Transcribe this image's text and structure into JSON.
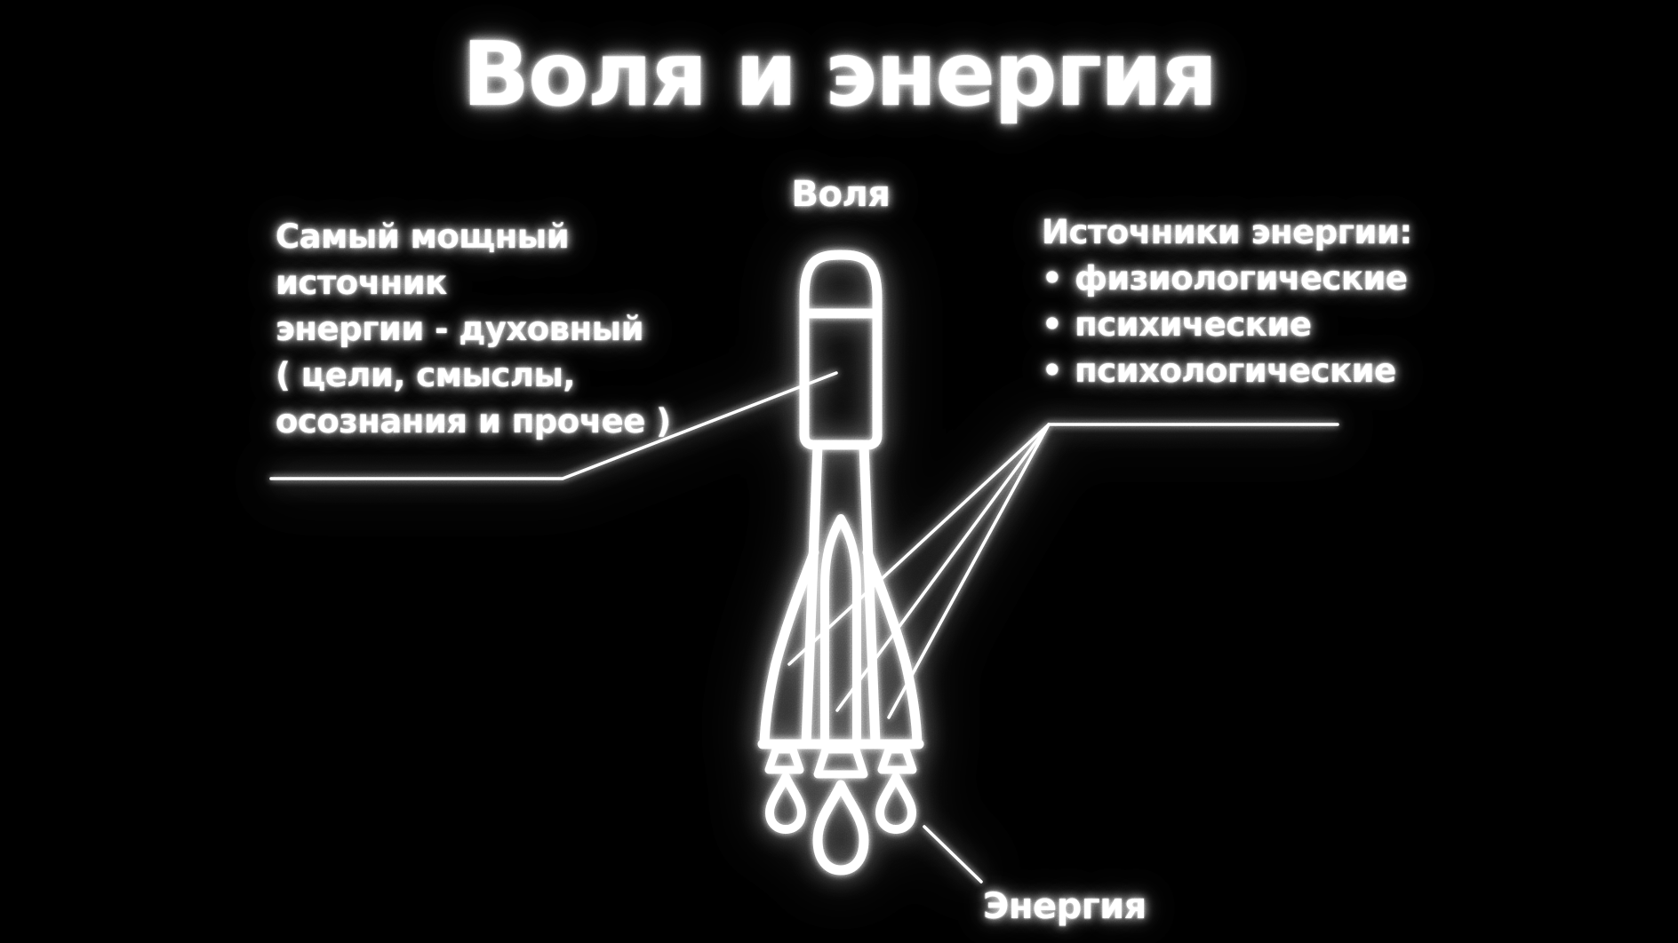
{
  "title": "Воля и энергия",
  "colors": {
    "background": "#000000",
    "ink": "#ffffff"
  },
  "diagram": {
    "rocket_top_label": "Воля",
    "rocket_bottom_label": "Энергия",
    "left_note": {
      "lines": [
        "Самый мощный",
        "источник",
        "энергии - духовный",
        "( цели, смыслы,",
        "осознания и прочее )"
      ]
    },
    "right_note": {
      "heading": "Источники энергии:",
      "bullet_char": "•",
      "bullets": [
        "физиологические",
        "психические",
        "психологические"
      ]
    }
  }
}
